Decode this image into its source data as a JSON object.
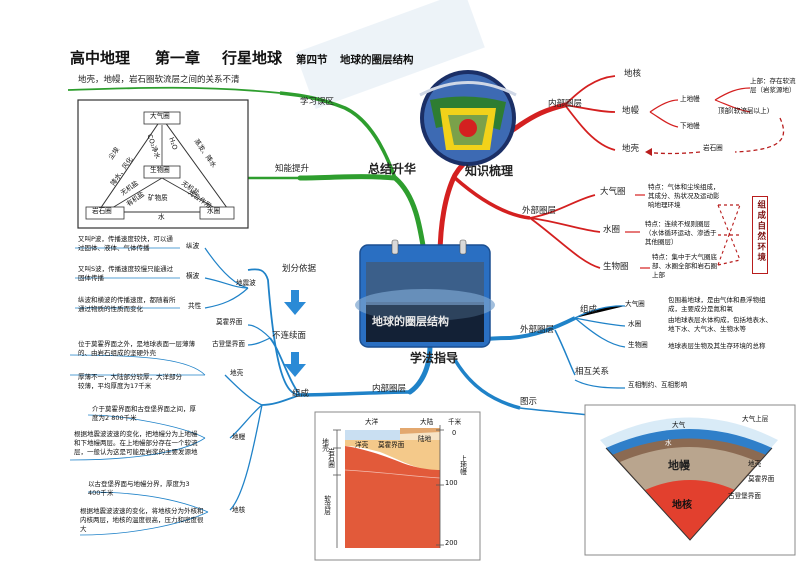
{
  "header": {
    "title1": "高中地理",
    "title2": "第一章",
    "title3": "行星地球",
    "section": "第四节",
    "topic": "地球的圈层结构"
  },
  "center": {
    "title": "地球的圈层结构",
    "xuefa": "学法指导"
  },
  "branches": {
    "summary": "总结升华",
    "knowledge": "知识梳理",
    "method": "学法指导"
  },
  "summary": {
    "misunderstanding_label": "学习误区",
    "misunderstanding_text": "地壳，地幔，岩石圈软流层之间的关系不清",
    "ability_label": "知能提升",
    "triangle": {
      "top": "大气圈",
      "center": "生物圈",
      "bottom_left": "岩石圈",
      "bottom_right": "水圈",
      "left_side": "尘埃",
      "left_side2": "降水、风化",
      "co2": "CO₂净水",
      "h2o": "H₂O",
      "right_side": "蒸发、降水",
      "mineral": "矿物质",
      "water": "水",
      "inorganic": "无机盐",
      "organic": "有机盐",
      "inorganic2": "无机盐",
      "photosynth": "光合作用"
    }
  },
  "knowledge": {
    "inner_label": "内部圈层",
    "inner": {
      "core": "地核",
      "mantle": "地幔",
      "upper_mantle": "上地幔",
      "lower_mantle": "下地幔",
      "crust": "地壳",
      "upper_note": "上部：存在软流层（岩浆源地）",
      "top_note": "顶部(软流层以上)",
      "lithosphere": "岩石圈"
    },
    "outer_label": "外部圈层",
    "outer": {
      "atmosphere": "大气圈",
      "atmosphere_note": "特点：气体和尘埃组成，其成分、热状况及运动影响地理环境",
      "hydrosphere": "水圈",
      "hydrosphere_note": "特点：连续不规则圈层（水体循环运动、渗透于其他圈层）",
      "biosphere": "生物圈",
      "biosphere_note": "特点：集中于大气圈底部、水圈全部和岩石圈上部",
      "env_label": "组成自然环境"
    }
  },
  "method": {
    "outer_label": "外部圈层",
    "composition": "组成",
    "atmosphere": "大气圈",
    "atmosphere_note": "包围着地球，是由气体和悬浮物组成，主要成分是氮和氧",
    "hydrosphere": "水圈",
    "hydrosphere_note": "由地球表层水体构成，包括地表水、地下水、大气水、生物水等",
    "biosphere": "生物圈",
    "biosphere_note": "地球表层生物及其生存环境的总称",
    "relation": "相互关系",
    "relation_note": "互相制约、互相影响",
    "diagram_label": "图示",
    "inner_label": "内部圈层",
    "division_basis": "划分依据",
    "seismic_wave": "地震波",
    "longitudinal": "纵波",
    "longitudinal_note": "又叫P波，传播速度较快，可以通过固体、液体、气体传播",
    "transverse": "横波",
    "transverse_note": "又叫S波，传播速度较慢只能通过固体传播",
    "common": "共性",
    "common_note": "纵波和横波的传播速度，都随着所通过物质的性质而变化",
    "discontinuity": "不连续面",
    "moho": "莫霍界面",
    "gutenberg": "古登堡界面",
    "structure": "组成",
    "crust": "地壳",
    "crust_note1": "位于莫霍界面之外，是地球表面一层薄薄的、由岩石组成的坚硬外壳",
    "crust_note2": "厚薄不一，大陆部分较厚，大洋部分较薄，平均厚度为17千米",
    "mantle": "地幔",
    "mantle_note1": "介于莫霍界面和古登堡界面之间，厚度为2 800千米",
    "mantle_note2": "根据地震波波速的变化，把地幔分为上地幔和下地幔两层。在上地幔部分存在一个软流层，一般认为这是可能是岩浆的主要发源地",
    "core": "地核",
    "core_note1": "以古登堡界面与地幔分界，厚度为3 400千米",
    "core_note2": "根据地震波波速的变化，将地核分为外核和内核两层，地核的温度很高，压力和密度很大"
  },
  "section_diagram": {
    "ocean": "大洋",
    "continent": "大陆",
    "km": "千米",
    "land": "陆地",
    "oceanic_crust": "洋壳",
    "moho": "莫霍界面",
    "crust_v": "地壳",
    "lithosphere_v": "岩石圈",
    "asthenosphere_v": "软流层",
    "upper_mantle_v": "上地幔",
    "tick0": "0",
    "tick100": "100",
    "tick200": "200"
  },
  "earth_diagram": {
    "atm_upper": "大气上层",
    "atm": "大气",
    "water": "水",
    "crust": "地壳",
    "moho": "莫霍界面",
    "mantle": "地幔",
    "gutenberg": "古登堡界面",
    "core": "地核"
  },
  "colors": {
    "green_branch": "#2e9e2e",
    "red_branch": "#d42020",
    "blue_branch": "#1f82c8",
    "dark_green": "#1b6e1b"
  }
}
